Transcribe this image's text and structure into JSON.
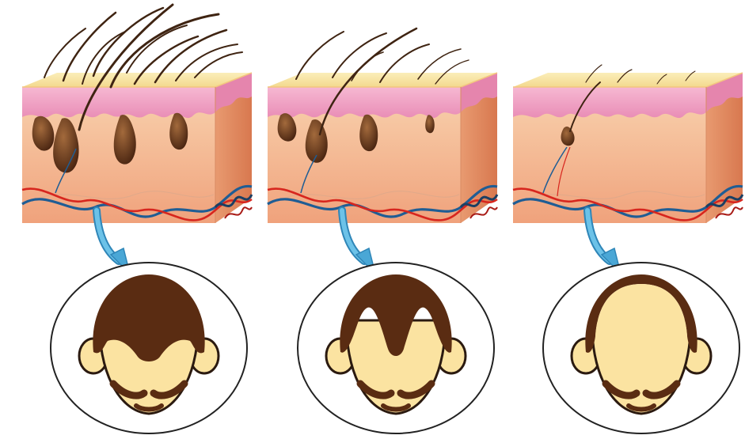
{
  "diagram": {
    "panels": [
      {
        "stage": 1,
        "follicles": 4,
        "hair_density": "full"
      },
      {
        "stage": 2,
        "follicles": 4,
        "hair_density": "thinning"
      },
      {
        "stage": 3,
        "follicles": 1,
        "hair_density": "sparse"
      }
    ],
    "colors": {
      "hair": "#4a2a14",
      "scalp_top": "#f7e2a0",
      "epidermis": "#f2a9c9",
      "dermis_light": "#f6c7a1",
      "dermis_dark": "#e9926d",
      "artery": "#d7261e",
      "vein": "#1f5d94",
      "arrow": "#4aa7d6",
      "face": "#fbe3a1",
      "outline": "#2b2b2b"
    }
  }
}
